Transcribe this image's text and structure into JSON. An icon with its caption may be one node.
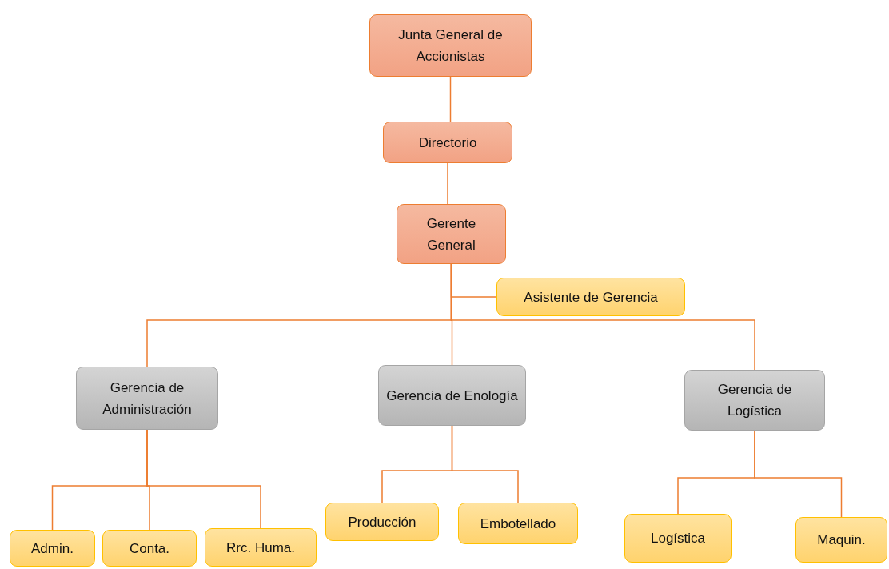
{
  "diagram": {
    "nodes": [
      {
        "text": [
          "Junta General de Accionistas"
        ]
      },
      {
        "text": [
          "Directorio"
        ]
      },
      {
        "text": [
          "Gerente General"
        ]
      },
      {
        "text": [
          "Asistente de Gerencia"
        ]
      },
      {
        "text": [
          "Gerencia de Administración"
        ]
      },
      {
        "text": [
          "Gerencia de Enología"
        ]
      },
      {
        "text": [
          "Gerencia de Logística"
        ]
      },
      {
        "text": [
          "Admin."
        ]
      },
      {
        "text": [
          "Conta."
        ]
      },
      {
        "text": [
          "Rrc. Huma."
        ]
      },
      {
        "text": [
          "Producción"
        ]
      },
      {
        "text": [
          "Embotellado"
        ]
      },
      {
        "text": [
          "Logística"
        ]
      },
      {
        "text": [
          "Maquin."
        ]
      }
    ],
    "edges": [
      {
        "from": 0,
        "to": 1,
        "arrow": "none"
      },
      {
        "from": 1,
        "to": 2,
        "arrow": "none"
      },
      {
        "from": 2,
        "to": 3,
        "arrow": "none"
      },
      {
        "from": 2,
        "to": 4,
        "arrow": "none"
      },
      {
        "from": 2,
        "to": 5,
        "arrow": "none"
      },
      {
        "from": 2,
        "to": 6,
        "arrow": "none"
      },
      {
        "from": 4,
        "to": 7,
        "arrow": "none"
      },
      {
        "from": 4,
        "to": 8,
        "arrow": "none"
      },
      {
        "from": 4,
        "to": 9,
        "arrow": "none"
      },
      {
        "from": 5,
        "to": 10,
        "arrow": "none"
      },
      {
        "from": 5,
        "to": 11,
        "arrow": "none"
      },
      {
        "from": 6,
        "to": 12,
        "arrow": "none"
      },
      {
        "from": 6,
        "to": 13,
        "arrow": "none"
      }
    ]
  }
}
